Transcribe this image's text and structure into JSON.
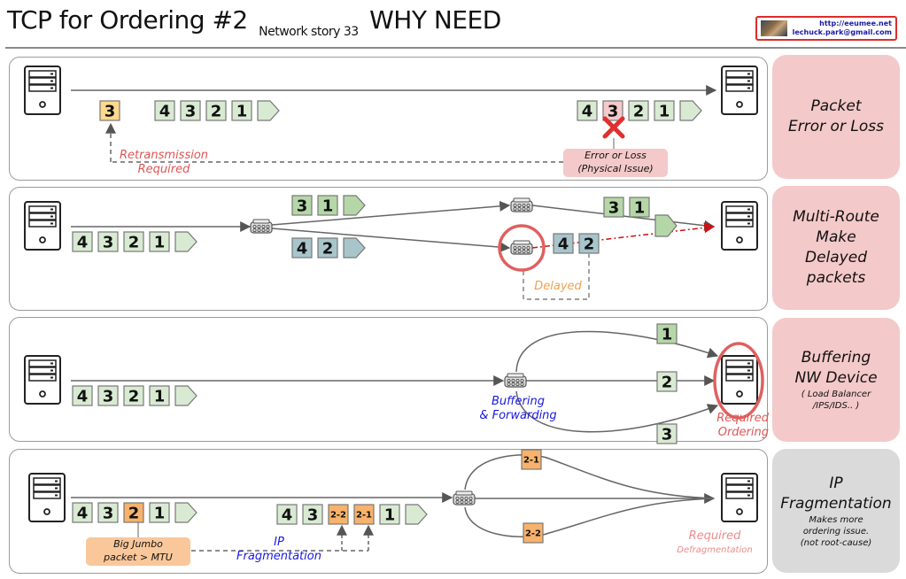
{
  "header": {
    "title": "TCP for Ordering #2",
    "subtitle": "Network story 33",
    "title_suffix": "WHY NEED",
    "contact_url": "http://eeumee.net",
    "contact_email": "lechuck.park@gmail.com"
  },
  "colors": {
    "packet_green": "#d9ead3",
    "packet_green_dark": "#b5d7a8",
    "packet_blue": "#a8c5cc",
    "packet_yellow": "#fcd98d",
    "packet_error": "#f4c9c9",
    "packet_orange": "#f7b26b",
    "side_pink": "#f4c9c9",
    "side_grey": "#dadada",
    "accent_red": "#e05555",
    "accent_blue": "#1a1ae0"
  },
  "panels": [
    {
      "id": "error-loss",
      "sender_packets": [
        "4",
        "3",
        "2",
        "1"
      ],
      "retransmit_packet": "3",
      "receiver_packets": [
        "4",
        "3",
        "2",
        "1"
      ],
      "error_packet": "3",
      "retransmission_label_1": "Retransmission",
      "retransmission_label_2": "Required",
      "error_note_1": "Error or Loss",
      "error_note_2": "(Physical Issue)",
      "side_line_1": "Packet",
      "side_line_2": "Error or Loss"
    },
    {
      "id": "multi-route",
      "sender_packets": [
        "4",
        "3",
        "2",
        "1"
      ],
      "route_a_packets": [
        "3",
        "1"
      ],
      "route_b_packets": [
        "4",
        "2"
      ],
      "arriving_a_packets": [
        "3",
        "1"
      ],
      "delayed_packets": [
        "4",
        "2"
      ],
      "delayed_label": "Delayed",
      "side_line_1": "Multi-Route",
      "side_line_2": "Make",
      "side_line_3": "Delayed",
      "side_line_4": "packets"
    },
    {
      "id": "buffering",
      "sender_packets": [
        "4",
        "3",
        "2",
        "1"
      ],
      "path_packets": [
        "1",
        "2",
        "3"
      ],
      "device_label_1": "Buffering",
      "device_label_2": "& Forwarding",
      "receiver_label_1": "Required",
      "receiver_label_2": "Ordering",
      "side_line_1": "Buffering",
      "side_line_2": "NW Device",
      "side_note_1": "( Load Balancer",
      "side_note_2": "/IPS/IDS.. )"
    },
    {
      "id": "fragmentation",
      "sender_packets": [
        "4",
        "3",
        "2",
        "1"
      ],
      "jumbo_packet": "2",
      "fragmented_packets": [
        "4",
        "3",
        "2-2",
        "2-1",
        "1"
      ],
      "fragment_top": "2-1",
      "fragment_bottom": "2-2",
      "jumbo_note_1": "Big Jumbo",
      "jumbo_note_2": "packet > MTU",
      "frag_label_1": "IP",
      "frag_label_2": "Fragmentation",
      "receiver_label_1": "Required",
      "receiver_label_2": "Defragmentation",
      "side_line_1": "IP",
      "side_line_2": "Fragmentation",
      "side_note_1": "Makes more",
      "side_note_2": "ordering issue.",
      "side_note_3": "(not root-cause)"
    }
  ]
}
